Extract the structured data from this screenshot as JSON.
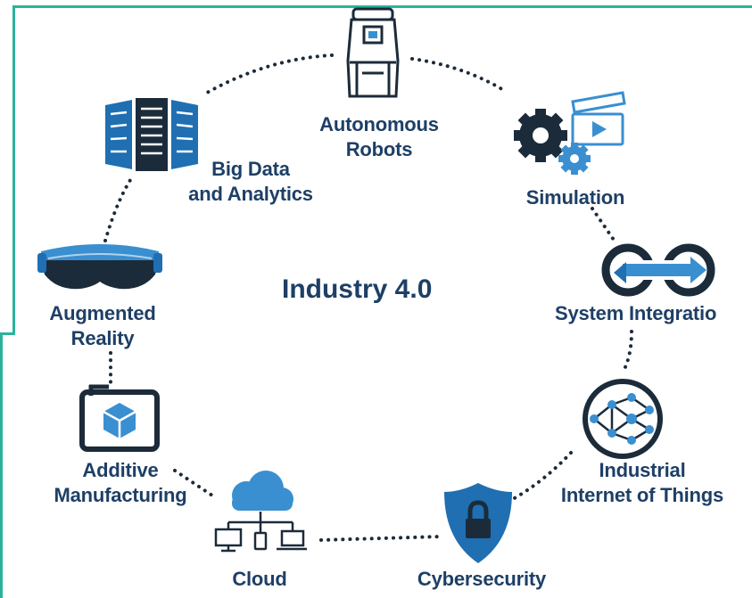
{
  "diagram": {
    "title": "Industry 4.0",
    "colors": {
      "navy": "#1e3f66",
      "dark": "#1c2b3a",
      "blue": "#1f6fb2",
      "light_blue": "#3a8fd0",
      "frame": "#2bb39a"
    },
    "nodes": [
      {
        "id": "autonomous-robots",
        "lines": [
          "Autonomous",
          "Robots"
        ],
        "icon": "robot-icon"
      },
      {
        "id": "simulation",
        "lines": [
          "Simulation"
        ],
        "icon": "gears-clapperboard-icon"
      },
      {
        "id": "system-integration",
        "lines": [
          "System Integratio"
        ],
        "icon": "integration-loop-icon"
      },
      {
        "id": "industrial-iot",
        "lines": [
          "Industrial",
          "Internet of Things"
        ],
        "icon": "network-globe-icon"
      },
      {
        "id": "cybersecurity",
        "lines": [
          "Cybersecurity"
        ],
        "icon": "shield-lock-icon"
      },
      {
        "id": "cloud",
        "lines": [
          "Cloud"
        ],
        "icon": "cloud-devices-icon"
      },
      {
        "id": "additive-manufacturing",
        "lines": [
          "Additive",
          "Manufacturing"
        ],
        "icon": "3d-printer-icon"
      },
      {
        "id": "augmented-reality",
        "lines": [
          "Augmented",
          "Reality"
        ],
        "icon": "ar-headset-icon"
      },
      {
        "id": "big-data",
        "lines": [
          "Big Data",
          "and Analytics"
        ],
        "icon": "server-racks-icon"
      }
    ]
  }
}
